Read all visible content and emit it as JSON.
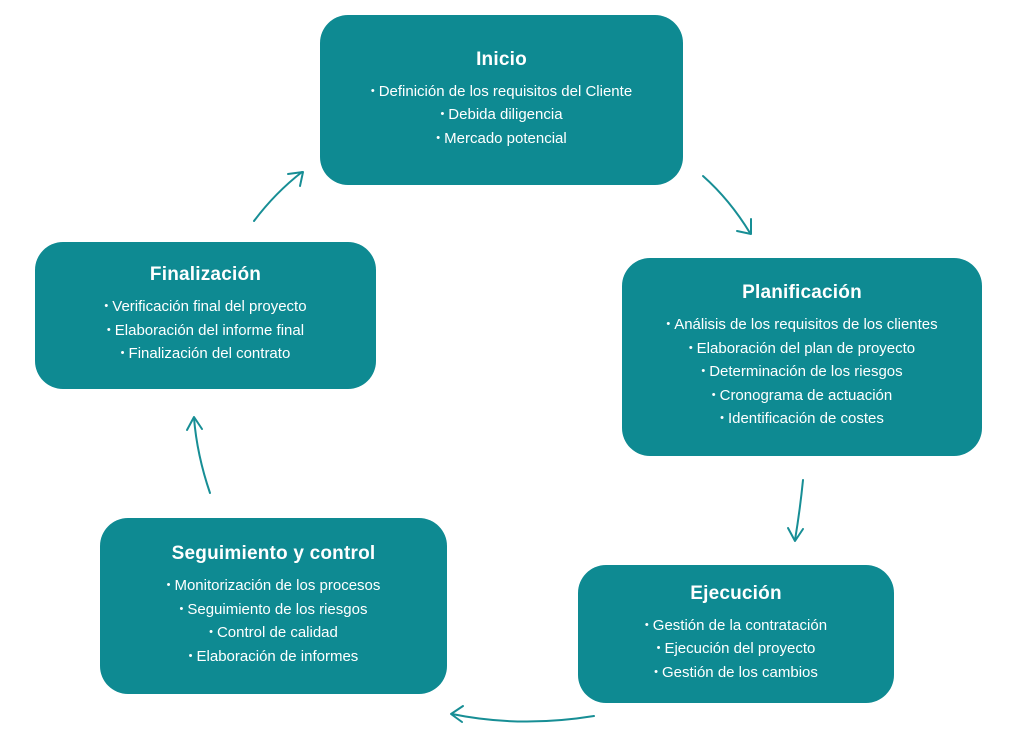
{
  "diagram": {
    "nodes": [
      {
        "title": "Inicio",
        "items": [
          "Definición de los requisitos del Cliente",
          "Debida diligencia",
          "Mercado potencial"
        ]
      },
      {
        "title": "Planificación",
        "items": [
          "Análisis de los requisitos de los clientes",
          "Elaboración del plan de proyecto",
          "Determinación de los  riesgos",
          "Cronograma de actuación",
          "Identificación de costes"
        ]
      },
      {
        "title": "Ejecución",
        "items": [
          "Gestión de la contratación",
          "Ejecución del proyecto",
          "Gestión de los cambios"
        ]
      },
      {
        "title": "Seguimiento y control",
        "items": [
          "Monitorización de los procesos",
          "Seguimiento de los riesgos",
          "Control de calidad",
          "Elaboración de informes"
        ]
      },
      {
        "title": "Finalización",
        "items": [
          "Verificación final del proyecto",
          "Elaboración del informe final",
          "Finalización del contrato"
        ]
      }
    ],
    "colors": {
      "box_fill": "#0e8a92",
      "box_text": "#ffffff",
      "arrow": "#178e95"
    }
  }
}
